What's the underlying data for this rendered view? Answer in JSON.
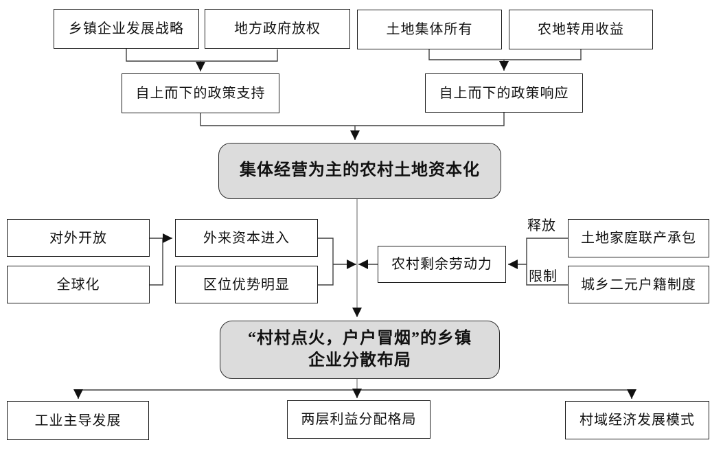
{
  "diagram": {
    "top_row": [
      "乡镇企业发展战略",
      "地方政府放权",
      "土地集体所有",
      "农地转用收益"
    ],
    "policy_support": "自上而下的政策支持",
    "policy_response": "自上而下的政策响应",
    "stage1": "集体经营为主的农村土地资本化",
    "left_group": {
      "open_up": "对外开放",
      "globalization": "全球化",
      "foreign_capital": "外来资本进入",
      "location_advantage": "区位优势明显"
    },
    "center_node": "农村剩余劳动力",
    "right_group": {
      "release_label": "释放",
      "restrict_label": "限制",
      "household_contract": "土地家庭联产承包",
      "hukou_system": "城乡二元户籍制度"
    },
    "stage2": {
      "line1": "“村村点火，户户冒烟”的乡镇",
      "line2": "企业分散布局"
    },
    "bottom_row": [
      "工业主导发展",
      "两层利益分配格局",
      "村域经济发展模式"
    ],
    "colors": {
      "stage_fill": "#dcdcdc",
      "box_border": "#1c1c1c",
      "line": "#3f3f3f",
      "line_gray": "#8f8f8f"
    }
  }
}
